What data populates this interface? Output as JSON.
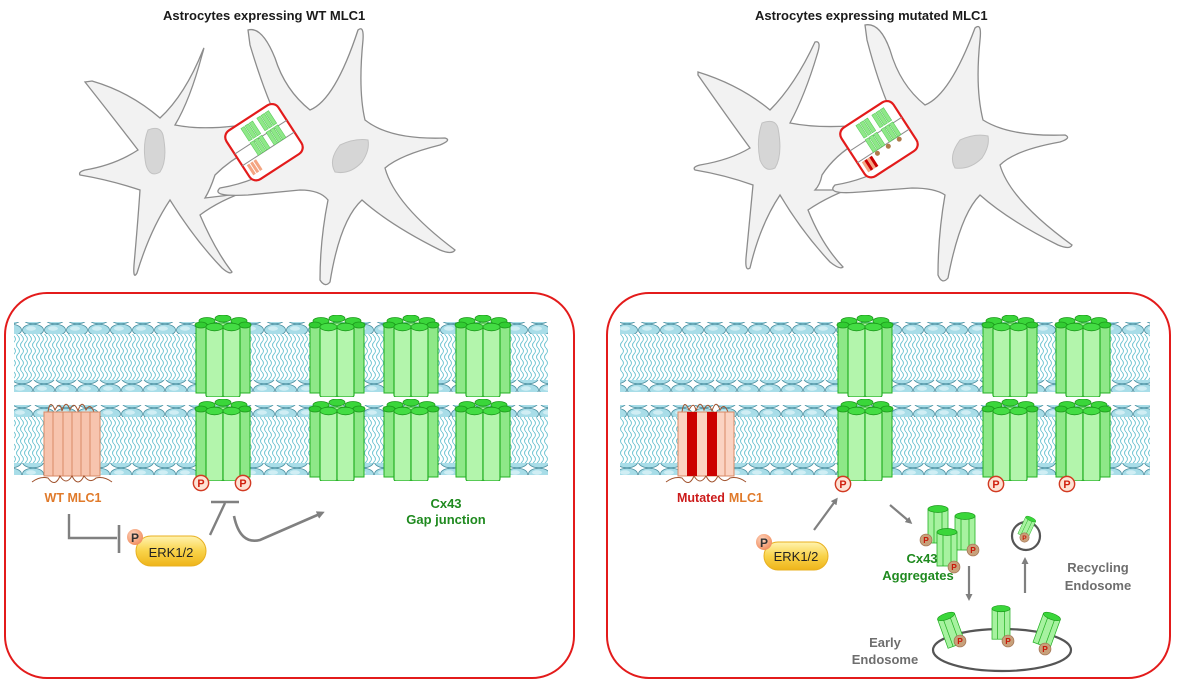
{
  "panels": {
    "wt": {
      "title": "Astrocytes expressing  WT MLC1",
      "mlc1_label": "WT MLC1",
      "erk_label": "ERK1/2",
      "phospho_label": "P",
      "cx43_label_line1": "Cx43",
      "cx43_label_line2": "Gap junction"
    },
    "mutated": {
      "title": "Astrocytes expressing mutated MLC1",
      "mlc1_label_prefix": "Mutated",
      "mlc1_label_suffix": "MLC1",
      "erk_label": "ERK1/2",
      "phospho_label": "P",
      "aggregates_line1": "Cx43",
      "aggregates_line2": "Aggregates",
      "early_endosome_line1": "Early",
      "early_endosome_line2": "Endosome",
      "recycling_endosome_line1": "Recycling",
      "recycling_endosome_line2": "Endosome"
    }
  },
  "colors": {
    "frame_red": "#e31b1b",
    "membrane_blue": "#8fd3e0",
    "connexon_green": "#9ff29a",
    "connexon_dark": "#22b422",
    "wt_mlc1": "#f5b49c",
    "mutated_red": "#cc0000",
    "cx43_text": "#1f8a1f",
    "mlc1_text": "#e07a2a",
    "erk_yellow": "#f7c536",
    "arrow_grey": "#808080",
    "cell_fill": "#f2f2f2",
    "nucleus": "#d9d9d9"
  }
}
